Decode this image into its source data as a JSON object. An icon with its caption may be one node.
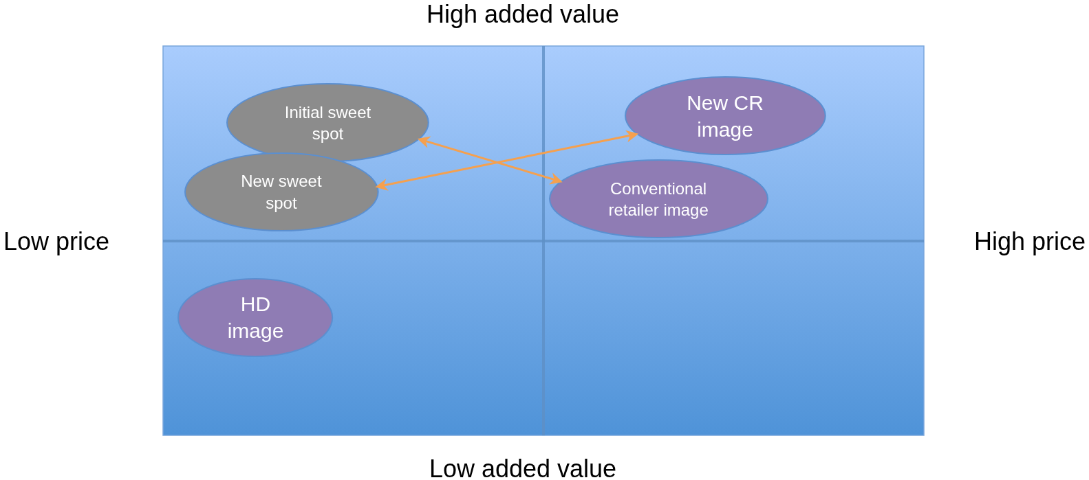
{
  "diagram": {
    "nodes": [
      {
        "text": [
          "Initial sweet spot"
        ]
      },
      {
        "text": [
          "New CR image"
        ]
      },
      {
        "text": [
          "New sweet spot"
        ]
      },
      {
        "text": [
          "Conventional retailer image"
        ]
      },
      {
        "text": [
          "HD image"
        ]
      }
    ],
    "edges": [
      {
        "from": 0,
        "to": 3,
        "arrow": "both"
      },
      {
        "from": 2,
        "to": 1,
        "arrow": "both"
      }
    ],
    "labels": [
      "High added value",
      "Low price",
      "High price",
      "Low added value"
    ]
  }
}
